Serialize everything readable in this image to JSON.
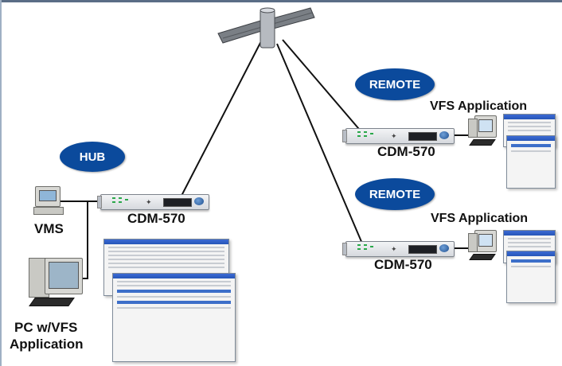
{
  "badges": {
    "hub": "HUB",
    "remote_1": "REMOTE",
    "remote_2": "REMOTE"
  },
  "labels": {
    "hub_modem": "CDM-570",
    "remote_modem_1": "CDM-570",
    "remote_modem_2": "CDM-570",
    "remote_app_1": "VFS Application",
    "remote_app_2": "VFS Application",
    "vms": "VMS",
    "pc_line1": "PC w/VFS",
    "pc_line2": "Application"
  },
  "colors": {
    "badge_fill": "#0b4a9c",
    "badge_text": "#ffffff",
    "link_line": "#111111"
  },
  "icons": {
    "satellite": "satellite-icon",
    "modem": "cdm-570-modem-icon",
    "computer": "desktop-computer-icon",
    "window": "application-window-icon"
  }
}
